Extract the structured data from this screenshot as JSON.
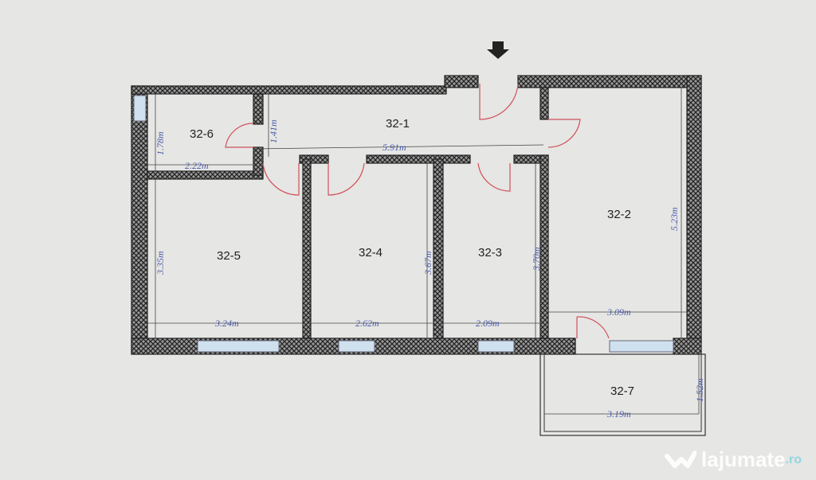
{
  "rooms": {
    "r1": "32-1",
    "r2": "32-2",
    "r3": "32-3",
    "r4": "32-4",
    "r5": "32-5",
    "r6": "32-6",
    "r7": "32-7"
  },
  "dimensions": {
    "d178": "1.78m",
    "d222": "2.22m",
    "d141": "1.41m",
    "d591": "5.91m",
    "d335": "3.35m",
    "d324": "3.24m",
    "d367": "3.67m",
    "d262": "2.62m",
    "d370": "3.70m",
    "d209": "2.09m",
    "d523": "5.23m",
    "d309": "3.09m",
    "d152": "1.52m",
    "d319": "3.19m"
  },
  "watermark": {
    "name": "lajumate",
    "tld": ".ro"
  },
  "colors": {
    "wall_fill": "#888888",
    "door": "#d0505a",
    "dimension_text": "#4a5aa8",
    "window": "#cfe0ee"
  }
}
